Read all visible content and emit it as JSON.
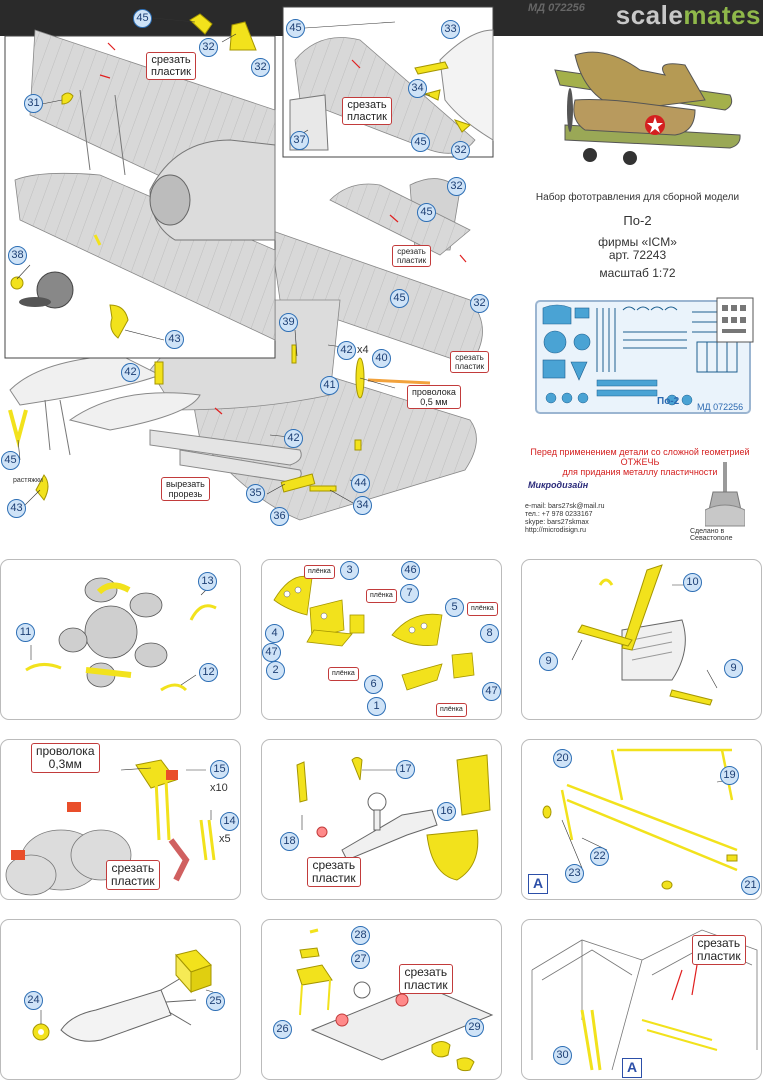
{
  "header": {
    "brand_a": "scale",
    "brand_b": "mates",
    "tilted": "МД 072256"
  },
  "main": {
    "numbers": [
      "45",
      "32",
      "32",
      "31",
      "38",
      "43",
      "45",
      "33",
      "34",
      "37",
      "45",
      "32",
      "32",
      "45",
      "32",
      "45",
      "39",
      "42",
      "40",
      "41",
      "42",
      "42",
      "35",
      "36",
      "44",
      "34",
      "43",
      "45"
    ],
    "cut_plastic": "срезать\nпластик",
    "cut_slot": "вырезать\nпрорезь",
    "wire_05": "проволока\n0,5 мм",
    "x4": "x4",
    "rastyazhki": "растяжки"
  },
  "info": {
    "subtitle": "Набор фототравления для сборной модели",
    "model": "По-2",
    "maker_line1": "фирмы «ICM»",
    "maker_line2": "арт. 72243",
    "scale": "масштаб 1:72",
    "fret_label": "По-2",
    "fret_sn": "МД 072256",
    "notice": "Перед применением детали со сложной геометрией\nОТЖЕЧЬ\nдля придания металлу пластичности",
    "logo": "Микродизайн",
    "contacts": "e-mail: bars27sk@mail.ru\nтел.: +7 978 0233167\nskype: bars27skmax\nhttp://microdisign.ru",
    "made_in": "Сделано в Севастополе"
  },
  "panels": {
    "p1": {
      "numbers": [
        "13",
        "11",
        "12"
      ]
    },
    "p2": {
      "numbers": [
        "3",
        "46",
        "7",
        "5",
        "4",
        "47",
        "2",
        "6",
        "8",
        "1",
        "47"
      ],
      "film": "плёнка"
    },
    "p3": {
      "numbers": [
        "10",
        "9",
        "9"
      ]
    },
    "p4": {
      "numbers": [
        "15",
        "14"
      ],
      "wire": "проволока\n0,3мм",
      "x10": "x10",
      "x5": "x5",
      "cut": "срезать\nпластик"
    },
    "p5": {
      "numbers": [
        "17",
        "18",
        "16"
      ],
      "cut": "срезать\nпластик"
    },
    "p6": {
      "numbers": [
        "20",
        "19",
        "22",
        "23",
        "21"
      ],
      "a": "A"
    },
    "p7": {
      "numbers": [
        "24",
        "25"
      ]
    },
    "p8": {
      "numbers": [
        "28",
        "27",
        "26",
        "29"
      ],
      "cut": "срезать\nпластик"
    },
    "p9": {
      "numbers": [
        "30"
      ],
      "cut": "срезать\nпластик",
      "a": "A"
    }
  },
  "colors": {
    "pe_yellow": "#f2e21c",
    "callout_fill": "#cfe3f7",
    "callout_stroke": "#2e6fb5",
    "warn_red": "#c23b3b",
    "model_gray": "#d6d6d6"
  }
}
